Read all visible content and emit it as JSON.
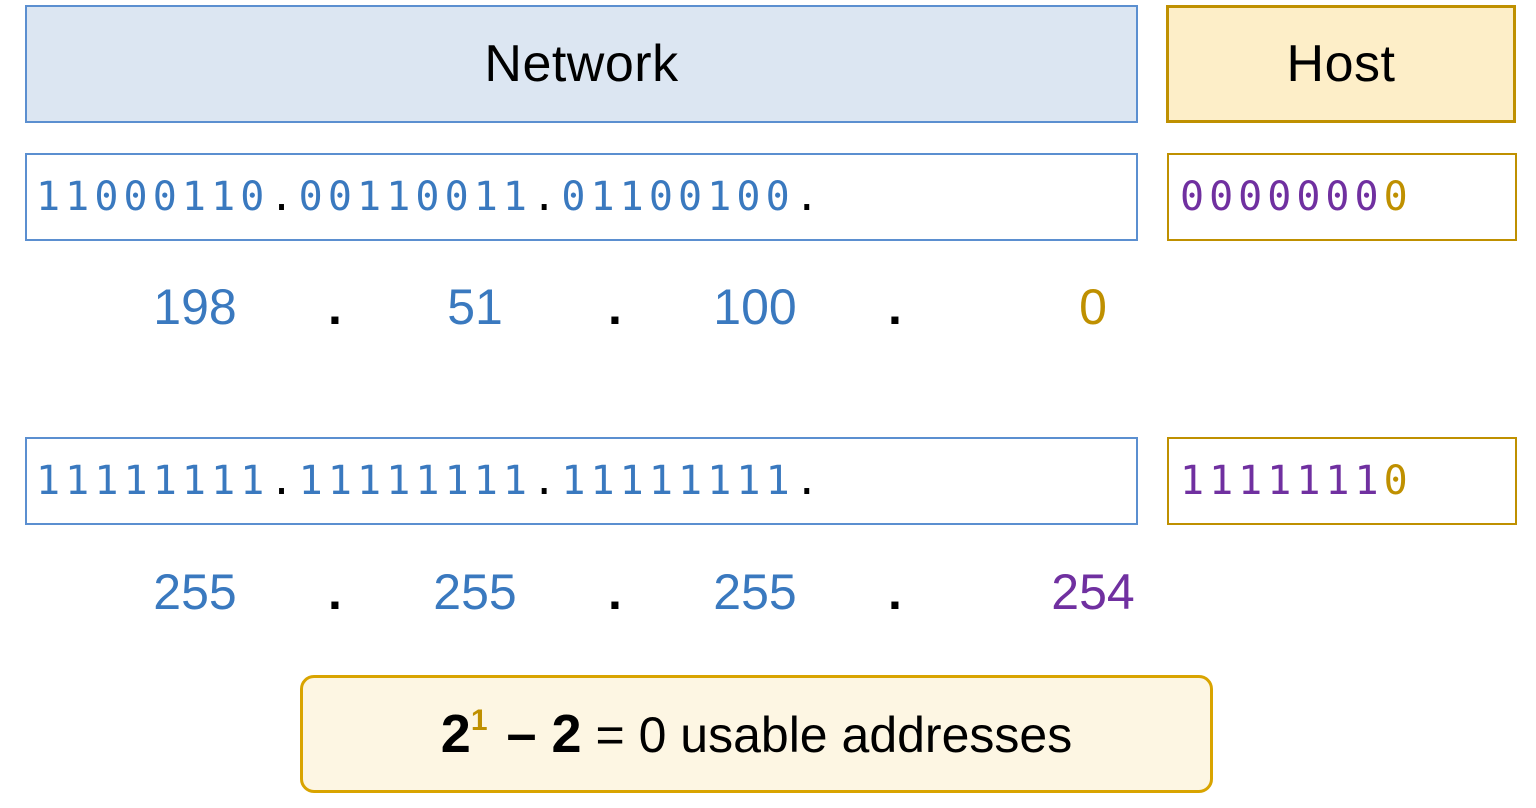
{
  "headers": {
    "network": "Network",
    "host": "Host"
  },
  "colors": {
    "network_fill": "#dce6f2",
    "network_border": "#5b8fd0",
    "network_text": "#3a79bf",
    "host_fill": "#fdeec8",
    "host_border": "#bf9000",
    "host_bit_purple": "#7030a0",
    "host_bit_gold": "#bf9000",
    "formula_fill": "#fdf6e3",
    "formula_border": "#d9a400"
  },
  "ip_row": {
    "binary_network": {
      "octet1": "11000110",
      "octet2": "00110011",
      "octet3": "01100100",
      "dot": "."
    },
    "binary_host": {
      "network_bits": "0000000",
      "host_bits": "0"
    },
    "decimal": {
      "octet1": "198",
      "octet2": "51",
      "octet3": "100",
      "octet4": "0",
      "dot": "."
    }
  },
  "mask_row": {
    "binary_network": {
      "octet1": "11111111",
      "octet2": "11111111",
      "octet3": "11111111",
      "dot": "."
    },
    "binary_host": {
      "network_bits": "1111111",
      "host_bits": "0"
    },
    "decimal": {
      "octet1": "255",
      "octet2": "255",
      "octet3": "255",
      "octet4": "254",
      "dot": "."
    }
  },
  "formula": {
    "base": "2",
    "exponent": "1",
    "minus": " – 2",
    "rest": " = 0 usable addresses"
  }
}
